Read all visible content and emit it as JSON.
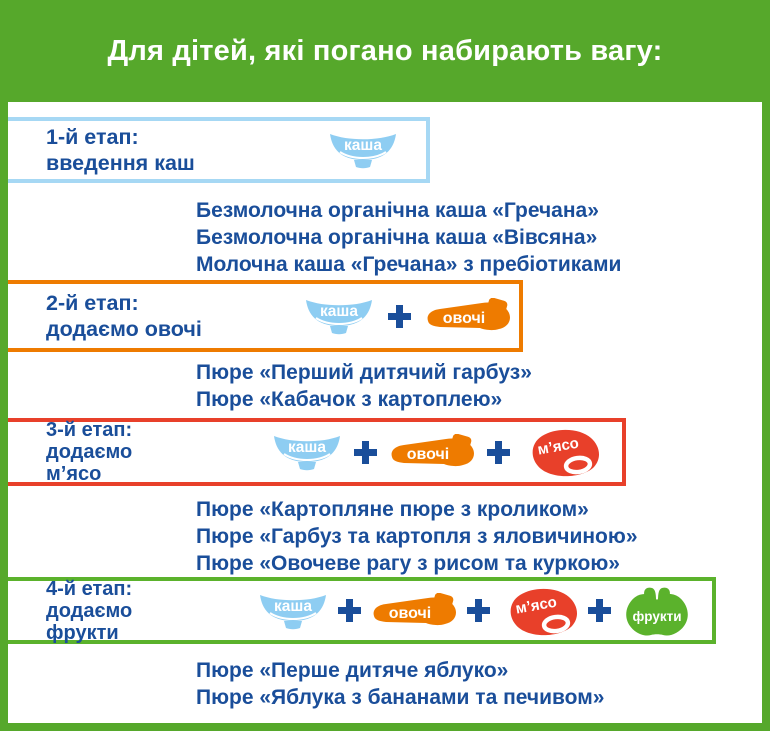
{
  "title": "Для дітей, які погано набирають вагу:",
  "colors": {
    "frame_green": "#56a82b",
    "apple_green": "#5bb22c",
    "dark_blue_text": "#1a4e9a",
    "bowl_light_blue": "#8ecdf2",
    "stage1_border_light_blue": "#a6d8f4",
    "carrot_orange": "#ee7b00",
    "meat_red": "#e8402a",
    "white": "#ffffff"
  },
  "icons": {
    "kasha": "каша",
    "ovochi": "овочі",
    "myaso": "м’ясо",
    "frukty": "фрукти"
  },
  "stages": [
    {
      "label_lines": [
        "1-й етап:",
        "введення каш"
      ],
      "icons": [
        "kasha"
      ],
      "products": [
        "Безмолочна органічна каша «Гречана»",
        "Безмолочна органічна каша «Вівсяна»",
        "Молочна каша «Гречана» з пребіотиками"
      ]
    },
    {
      "label_lines": [
        "2-й етап:",
        "додаємо овочі"
      ],
      "icons": [
        "kasha",
        "ovochi"
      ],
      "products": [
        "Пюре «Перший дитячий гарбуз»",
        "Пюре «Кабачок з картоплею»"
      ]
    },
    {
      "label_lines": [
        "3-й етап:",
        "додаємо",
        "м’ясо"
      ],
      "icons": [
        "kasha",
        "ovochi",
        "myaso"
      ],
      "products": [
        "Пюре «Картопляне пюре з кроликом»",
        "Пюре «Гарбуз та картопля з яловичиною»",
        "Пюре «Овочеве рагу з рисом та куркою»"
      ]
    },
    {
      "label_lines": [
        "4-й етап:",
        "додаємо",
        "фрукти"
      ],
      "icons": [
        "kasha",
        "ovochi",
        "myaso",
        "frukty"
      ],
      "products": [
        "Пюре «Перше дитяче яблуко»",
        "Пюре «Яблука з бананами та печивом»"
      ]
    }
  ]
}
